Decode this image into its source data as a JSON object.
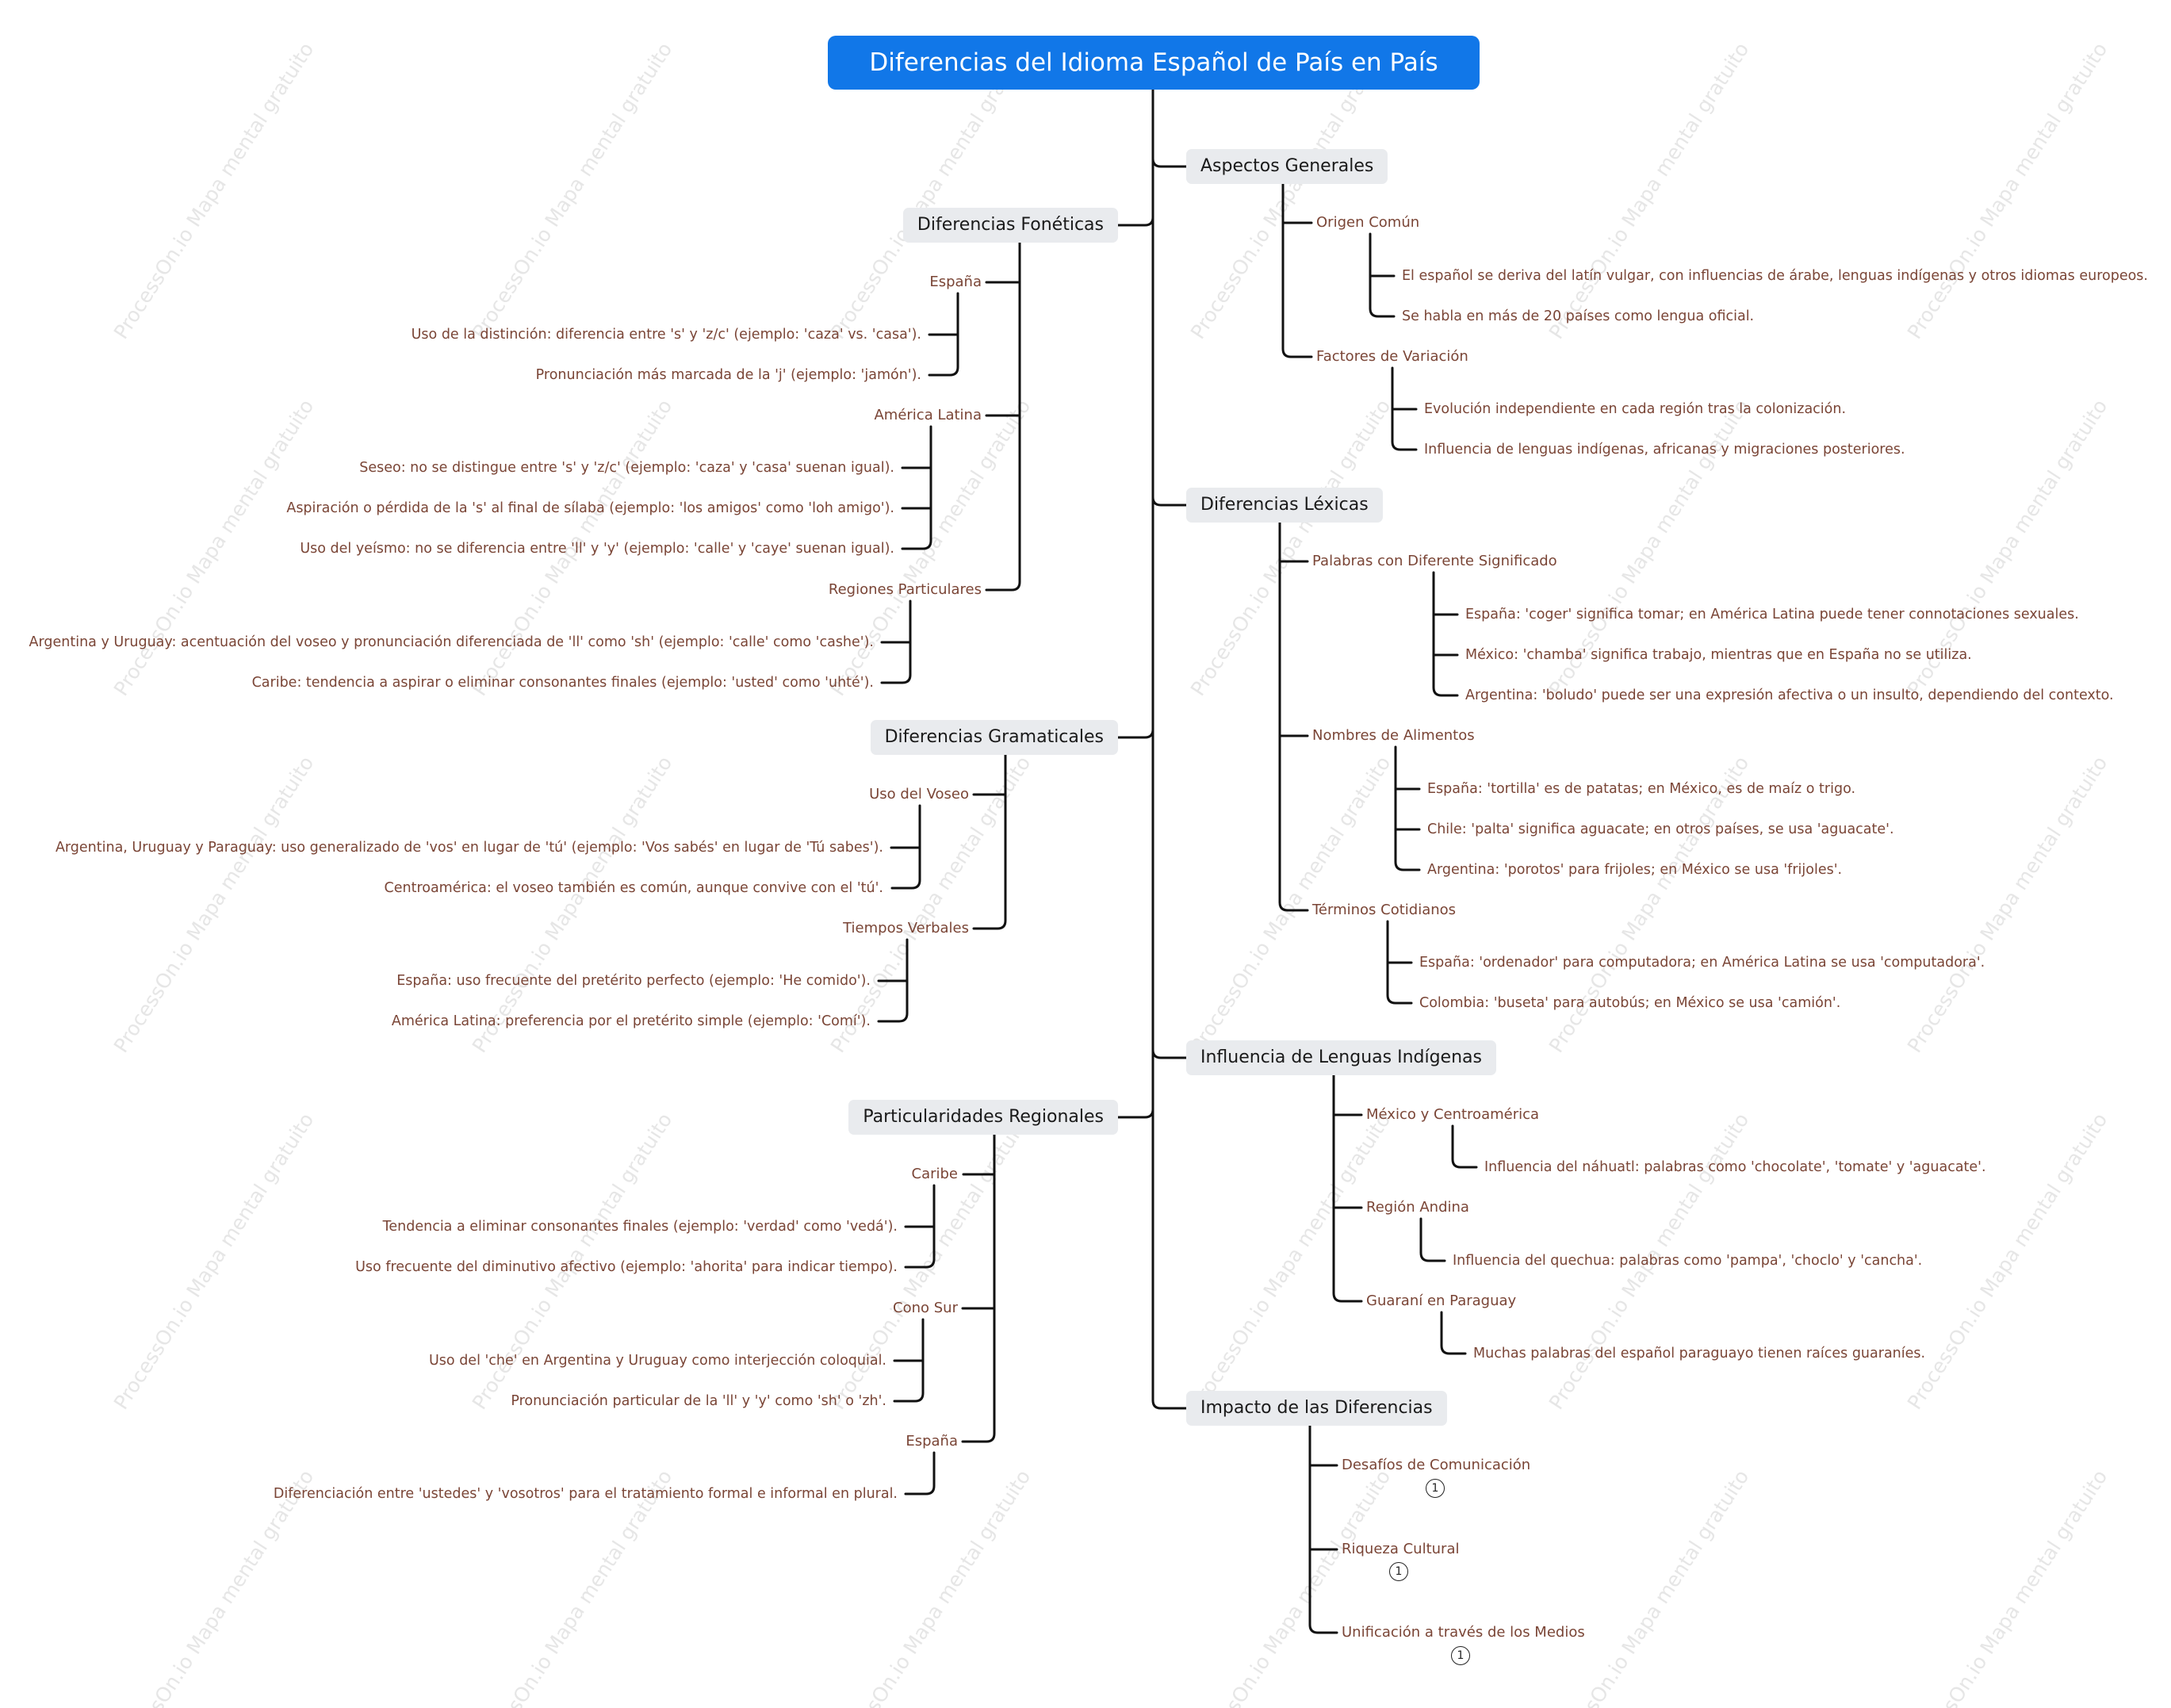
{
  "root": "Diferencias del Idioma Español de País en País",
  "watermark": "ProcessOn.io Mapa mental gratuito",
  "left": [
    {
      "title": "Diferencias Fonéticas",
      "subs": [
        {
          "title": "España",
          "leaves": [
            "Uso de la distinción: diferencia entre 's' y 'z/c' (ejemplo: 'caza' vs. 'casa').",
            "Pronunciación más marcada de la 'j' (ejemplo: 'jamón')."
          ]
        },
        {
          "title": "América Latina",
          "leaves": [
            "Seseo: no se distingue entre 's' y 'z/c' (ejemplo: 'caza' y 'casa' suenan igual).",
            "Aspiración o pérdida de la 's' al final de sílaba (ejemplo: 'los amigos' como 'loh amigo').",
            "Uso del yeísmo: no se diferencia entre 'll' y 'y' (ejemplo: 'calle' y 'caye' suenan igual)."
          ]
        },
        {
          "title": "Regiones Particulares",
          "leaves": [
            "Argentina y Uruguay: acentuación del voseo y pronunciación diferenciada de 'll' como 'sh' (ejemplo: 'calle' como 'cashe').",
            "Caribe: tendencia a aspirar o eliminar consonantes finales (ejemplo: 'usted' como 'uhté')."
          ]
        }
      ]
    },
    {
      "title": "Diferencias Gramaticales",
      "subs": [
        {
          "title": "Uso del Voseo",
          "leaves": [
            "Argentina, Uruguay y Paraguay: uso generalizado de 'vos' en lugar de 'tú' (ejemplo: 'Vos sabés' en lugar de 'Tú sabes').",
            "Centroamérica: el voseo también es común, aunque convive con el 'tú'."
          ]
        },
        {
          "title": "Tiempos Verbales",
          "leaves": [
            "España: uso frecuente del pretérito perfecto (ejemplo: 'He comido').",
            "América Latina: preferencia por el pretérito simple (ejemplo: 'Comí')."
          ]
        }
      ]
    },
    {
      "title": "Particularidades Regionales",
      "subs": [
        {
          "title": "Caribe",
          "leaves": [
            "Tendencia a eliminar consonantes finales (ejemplo: 'verdad' como 'vedá').",
            "Uso frecuente del diminutivo afectivo (ejemplo: 'ahorita' para indicar tiempo)."
          ]
        },
        {
          "title": "Cono Sur",
          "leaves": [
            "Uso del 'che' en Argentina y Uruguay como interjección coloquial.",
            "Pronunciación particular de la 'll' y 'y' como 'sh' o 'zh'."
          ]
        },
        {
          "title": "España",
          "leaves": [
            "Diferenciación entre 'ustedes' y 'vosotros' para el tratamiento formal e informal en plural."
          ]
        }
      ]
    }
  ],
  "right": [
    {
      "title": "Aspectos Generales",
      "subs": [
        {
          "title": "Origen Común",
          "leaves": [
            "El español se deriva del latín vulgar, con influencias de árabe, lenguas indígenas y otros idiomas europeos.",
            "Se habla en más de 20 países como lengua oficial."
          ]
        },
        {
          "title": "Factores de Variación",
          "leaves": [
            "Evolución independiente en cada región tras la colonización.",
            "Influencia de lenguas indígenas, africanas y migraciones posteriores."
          ]
        }
      ]
    },
    {
      "title": "Diferencias Léxicas",
      "subs": [
        {
          "title": "Palabras con Diferente Significado",
          "leaves": [
            "España: 'coger' significa tomar; en América Latina puede tener connotaciones sexuales.",
            "México: 'chamba' significa trabajo, mientras que en España no se utiliza.",
            "Argentina: 'boludo' puede ser una expresión afectiva o un insulto, dependiendo del contexto."
          ]
        },
        {
          "title": "Nombres de Alimentos",
          "leaves": [
            "España: 'tortilla' es de patatas; en México, es de maíz o trigo.",
            "Chile: 'palta' significa aguacate; en otros países, se usa 'aguacate'.",
            "Argentina: 'porotos' para frijoles; en México se usa 'frijoles'."
          ]
        },
        {
          "title": "Términos Cotidianos",
          "leaves": [
            "España: 'ordenador' para computadora; en América Latina se usa 'computadora'.",
            "Colombia: 'buseta' para autobús; en México se usa 'camión'."
          ]
        }
      ]
    },
    {
      "title": "Influencia de Lenguas Indígenas",
      "subs": [
        {
          "title": "México y Centroamérica",
          "leaves": [
            "Influencia del náhuatl: palabras como 'chocolate', 'tomate' y 'aguacate'."
          ]
        },
        {
          "title": "Región Andina",
          "leaves": [
            "Influencia del quechua: palabras como 'pampa', 'choclo' y 'cancha'."
          ]
        },
        {
          "title": "Guaraní en Paraguay",
          "leaves": [
            "Muchas palabras del español paraguayo tienen raíces guaraníes."
          ]
        }
      ]
    },
    {
      "title": "Impacto de las Diferencias",
      "subs": [
        {
          "title": "Desafíos de Comunicación",
          "badge": "1",
          "leaves": []
        },
        {
          "title": "Riqueza Cultural",
          "badge": "1",
          "leaves": []
        },
        {
          "title": "Unificación a través de los Medios",
          "badge": "1",
          "leaves": []
        }
      ]
    }
  ]
}
